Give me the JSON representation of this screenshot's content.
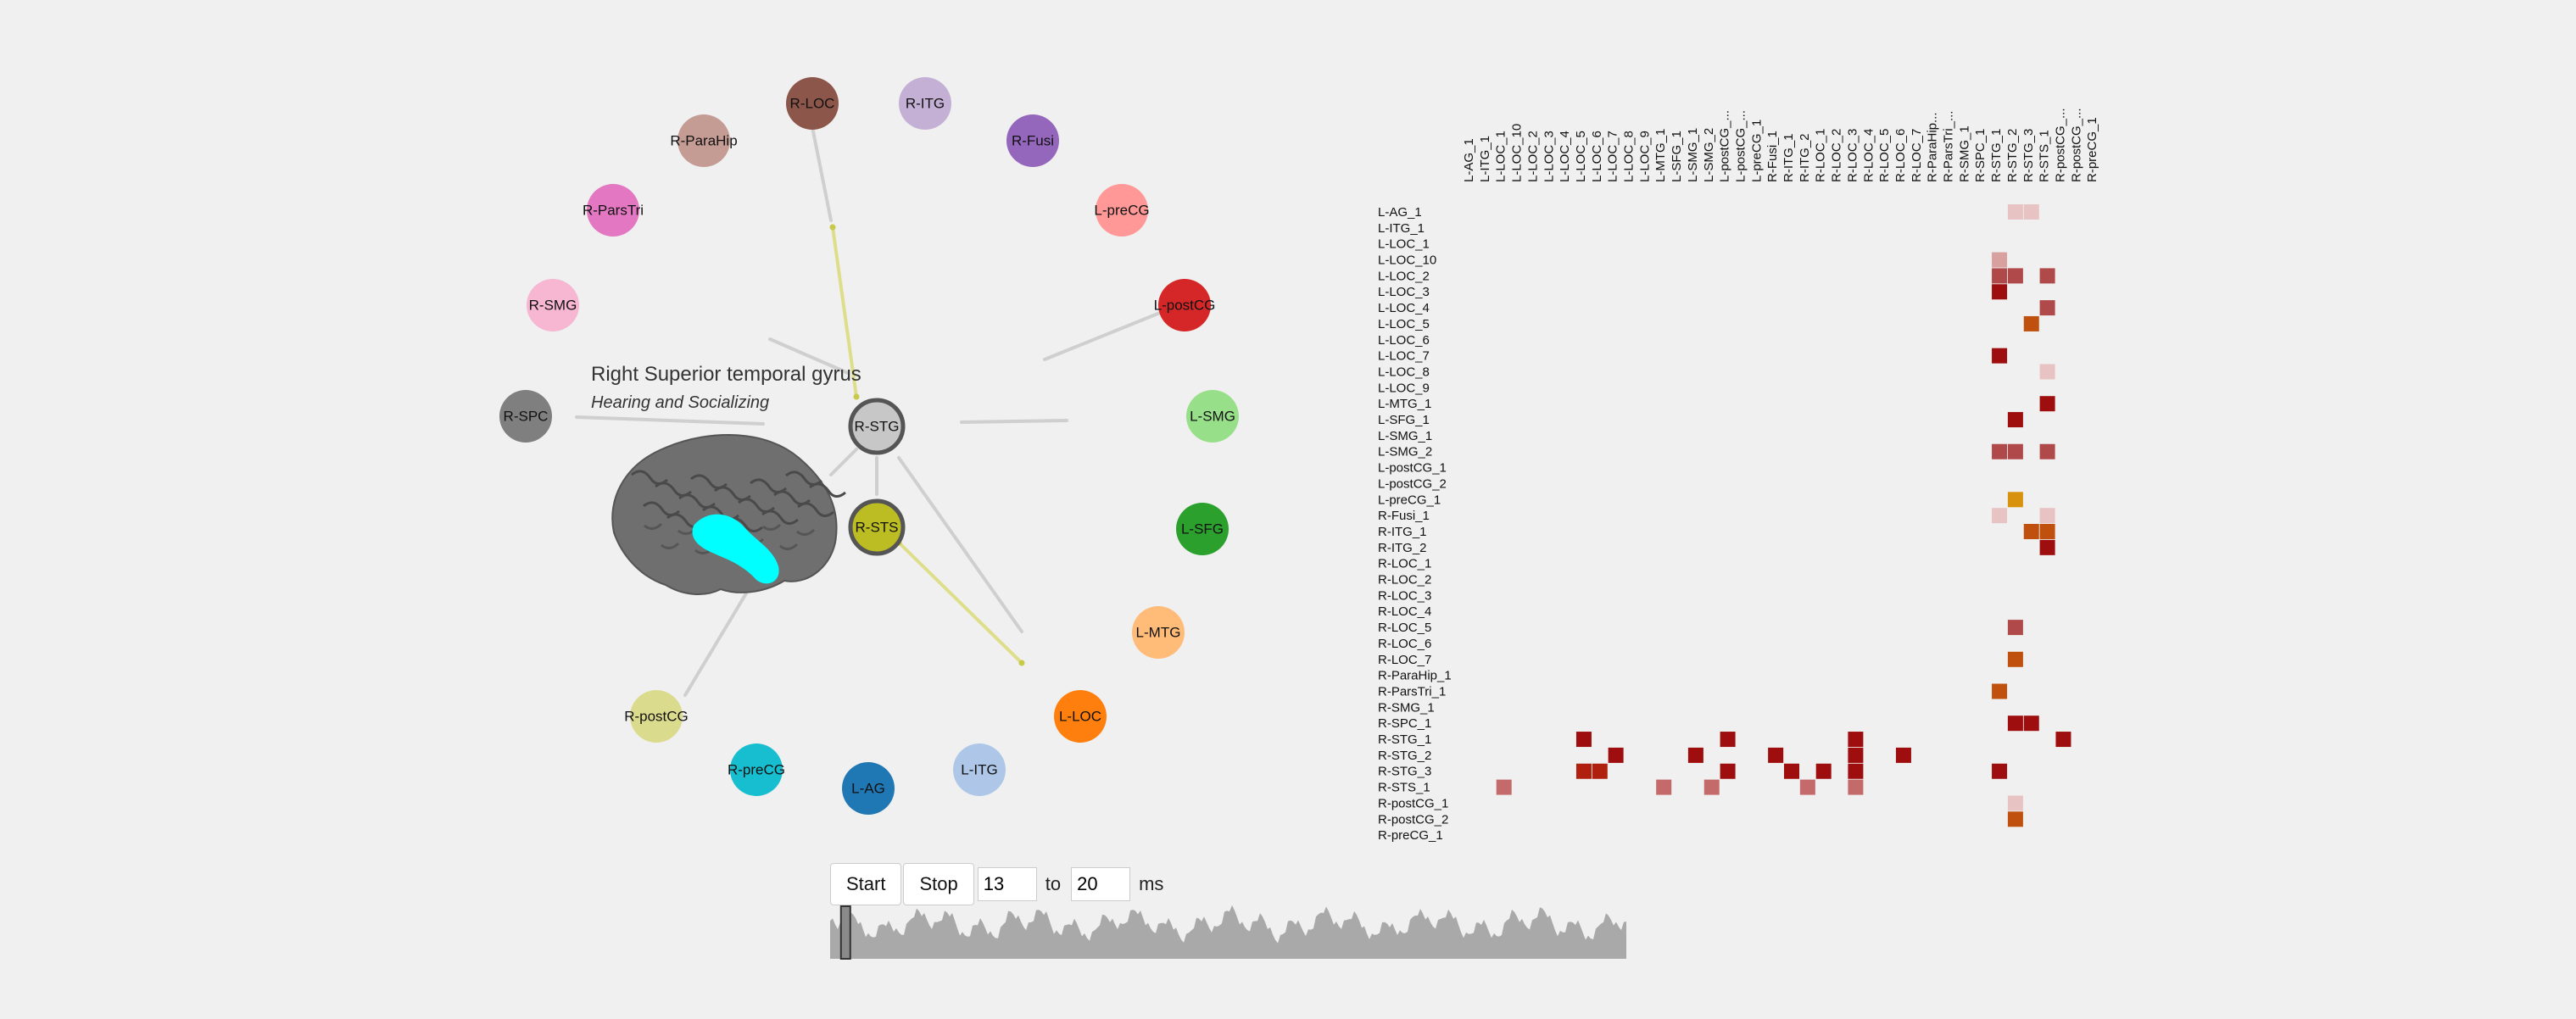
{
  "region": {
    "title": "Right Superior temporal gyrus",
    "subtitle": "Hearing and Socializing",
    "highlight_color": "#00ffff"
  },
  "nodes": [
    {
      "label": "R-LOC",
      "color": "#8c564b"
    },
    {
      "label": "R-ITG",
      "color": "#c5b0d5"
    },
    {
      "label": "R-Fusi",
      "color": "#9467bd"
    },
    {
      "label": "L-preCG",
      "color": "#ff9896"
    },
    {
      "label": "L-postCG",
      "color": "#d62728"
    },
    {
      "label": "L-SMG",
      "color": "#98df8a"
    },
    {
      "label": "L-SFG",
      "color": "#2ca02c"
    },
    {
      "label": "L-MTG",
      "color": "#ffbb78"
    },
    {
      "label": "L-LOC",
      "color": "#ff7f0e"
    },
    {
      "label": "L-ITG",
      "color": "#aec7e8"
    },
    {
      "label": "L-AG",
      "color": "#1f77b4"
    },
    {
      "label": "R-preCG",
      "color": "#17becf"
    },
    {
      "label": "R-postCG",
      "color": "#dbdb8d"
    },
    {
      "label": "R-SPC",
      "color": "#7f7f7f"
    },
    {
      "label": "R-SMG",
      "color": "#f7b6d2"
    },
    {
      "label": "R-ParsTri",
      "color": "#e377c2"
    },
    {
      "label": "R-ParaHip",
      "color": "#c49c94"
    },
    {
      "label": "R-STG",
      "color": "#c7c7c7"
    },
    {
      "label": "R-STS",
      "color": "#bcbd22"
    }
  ],
  "matrix": {
    "columns": [
      "L-AG_1",
      "L-ITG_1",
      "L-LOC_1",
      "L-LOC_10",
      "L-LOC_2",
      "L-LOC_3",
      "L-LOC_4",
      "L-LOC_5",
      "L-LOC_6",
      "L-LOC_7",
      "L-LOC_8",
      "L-LOC_9",
      "L-MTG_1",
      "L-SFG_1",
      "L-SMG_1",
      "L-SMG_2",
      "L-postCG_...",
      "L-postCG_...",
      "L-preCG_1",
      "R-Fusi_1",
      "R-ITG_1",
      "R-ITG_2",
      "R-LOC_1",
      "R-LOC_2",
      "R-LOC_3",
      "R-LOC_4",
      "R-LOC_5",
      "R-LOC_6",
      "R-LOC_7",
      "R-ParaHip...",
      "R-ParsTri_...",
      "R-SMG_1",
      "R-SPC_1",
      "R-STG_1",
      "R-STG_2",
      "R-STG_3",
      "R-STS_1",
      "R-postCG_...",
      "R-postCG_...",
      "R-preCG_1"
    ],
    "rows": [
      "L-AG_1",
      "L-ITG_1",
      "L-LOC_1",
      "L-LOC_10",
      "L-LOC_2",
      "L-LOC_3",
      "L-LOC_4",
      "L-LOC_5",
      "L-LOC_6",
      "L-LOC_7",
      "L-LOC_8",
      "L-LOC_9",
      "L-MTG_1",
      "L-SFG_1",
      "L-SMG_1",
      "L-SMG_2",
      "L-postCG_1",
      "L-postCG_2",
      "L-preCG_1",
      "R-Fusi_1",
      "R-ITG_1",
      "R-ITG_2",
      "R-LOC_1",
      "R-LOC_2",
      "R-LOC_3",
      "R-LOC_4",
      "R-LOC_5",
      "R-LOC_6",
      "R-LOC_7",
      "R-ParaHip_1",
      "R-ParsTri_1",
      "R-SMG_1",
      "R-SPC_1",
      "R-STG_1",
      "R-STG_2",
      "R-STG_3",
      "R-STS_1",
      "R-postCG_1",
      "R-postCG_2",
      "R-preCG_1"
    ],
    "cells": [
      [
        0,
        34,
        "#e8c3c3"
      ],
      [
        0,
        35,
        "#e8c3c3"
      ],
      [
        3,
        33,
        "#d9a0a0"
      ],
      [
        4,
        33,
        "#b04a4a"
      ],
      [
        4,
        34,
        "#b04a4a"
      ],
      [
        4,
        36,
        "#b04a4a"
      ],
      [
        5,
        33,
        "#9e0e0e"
      ],
      [
        6,
        36,
        "#b04a4a"
      ],
      [
        7,
        35,
        "#c0500e"
      ],
      [
        9,
        33,
        "#9e0e0e"
      ],
      [
        10,
        36,
        "#e8c3c3"
      ],
      [
        12,
        36,
        "#9e0e0e"
      ],
      [
        13,
        34,
        "#9e0e0e"
      ],
      [
        15,
        33,
        "#b04a4a"
      ],
      [
        15,
        34,
        "#b04a4a"
      ],
      [
        15,
        36,
        "#b04a4a"
      ],
      [
        18,
        34,
        "#d9920e"
      ],
      [
        19,
        33,
        "#e8c3c3"
      ],
      [
        19,
        36,
        "#e8c3c3"
      ],
      [
        20,
        35,
        "#c0500e"
      ],
      [
        20,
        36,
        "#c0500e"
      ],
      [
        21,
        36,
        "#9e0e0e"
      ],
      [
        26,
        34,
        "#b04a4a"
      ],
      [
        28,
        34,
        "#c0500e"
      ],
      [
        30,
        33,
        "#c0500e"
      ],
      [
        32,
        34,
        "#9e0e0e"
      ],
      [
        32,
        35,
        "#9e0e0e"
      ],
      [
        33,
        7,
        "#9e0e0e"
      ],
      [
        33,
        16,
        "#9e0e0e"
      ],
      [
        33,
        24,
        "#9e0e0e"
      ],
      [
        33,
        37,
        "#9e0e0e"
      ],
      [
        34,
        9,
        "#9e0e0e"
      ],
      [
        34,
        14,
        "#9e0e0e"
      ],
      [
        34,
        19,
        "#9e0e0e"
      ],
      [
        34,
        24,
        "#9e0e0e"
      ],
      [
        34,
        27,
        "#9e0e0e"
      ],
      [
        35,
        7,
        "#b0200e"
      ],
      [
        35,
        8,
        "#b0200e"
      ],
      [
        35,
        16,
        "#9e0e0e"
      ],
      [
        35,
        20,
        "#9e0e0e"
      ],
      [
        35,
        22,
        "#9e0e0e"
      ],
      [
        35,
        24,
        "#9e0e0e"
      ],
      [
        35,
        33,
        "#9e0e0e"
      ],
      [
        36,
        2,
        "#c46a6a"
      ],
      [
        36,
        12,
        "#c46a6a"
      ],
      [
        36,
        15,
        "#c46a6a"
      ],
      [
        36,
        21,
        "#c46a6a"
      ],
      [
        36,
        24,
        "#c46a6a"
      ],
      [
        37,
        34,
        "#e8c3c3"
      ],
      [
        38,
        34,
        "#c0500e"
      ]
    ]
  },
  "controls": {
    "start_label": "Start",
    "stop_label": "Stop",
    "from_value": "13",
    "to_label": "to",
    "to_value": "20",
    "unit_label": "ms",
    "scrubber_position": 0.02
  }
}
